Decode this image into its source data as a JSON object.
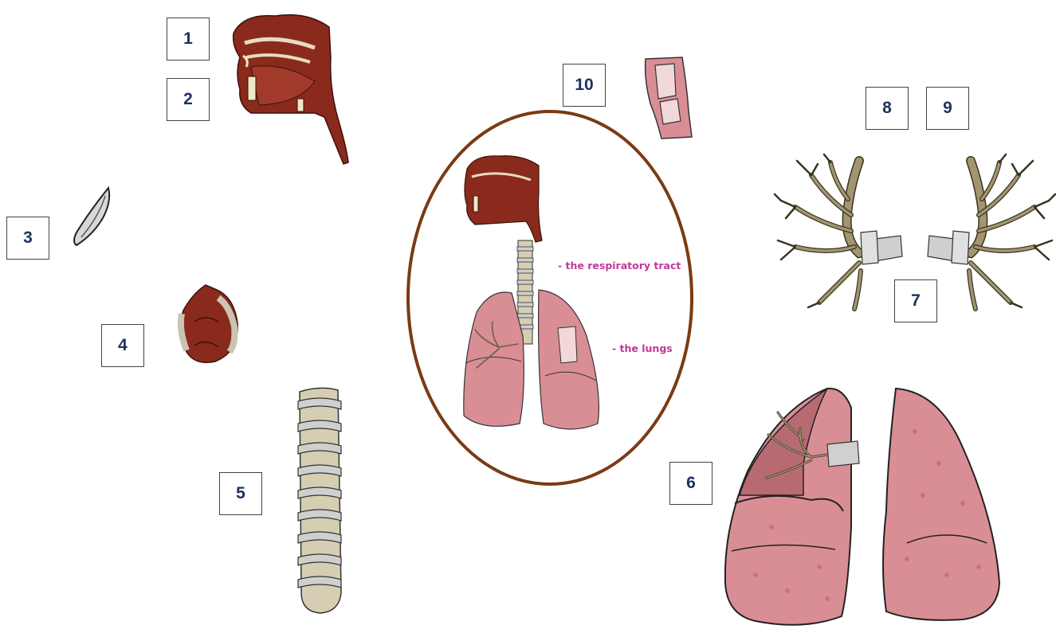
{
  "labels": {
    "n1": "1",
    "n2": "2",
    "n3": "3",
    "n4": "4",
    "n5": "5",
    "n6": "6",
    "n7": "7",
    "n8": "8",
    "n9": "9",
    "n10": "10"
  },
  "annotations": {
    "respiratory_tract": "- the respiratory tract",
    "lungs": "- the lungs"
  },
  "colors": {
    "label_text": "#1f3160",
    "oval_border": "#7a3b14",
    "tissue_dark": "#8a2a1c",
    "lung_pink": "#d98e95",
    "cartilage": "#c9c4b4",
    "bronchi_tan": "#a39570",
    "annotation_text": "#c0399a"
  }
}
